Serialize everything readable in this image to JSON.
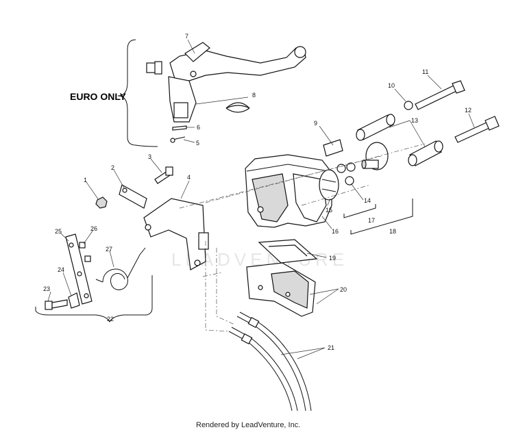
{
  "euro_label": "EURO ONLY",
  "watermark": "LEADVENTURE",
  "footer": "Rendered by LeadVenture, Inc.",
  "callouts": {
    "c1": "1",
    "c2": "2",
    "c3": "3",
    "c4": "4",
    "c5": "5",
    "c6": "6",
    "c7": "7",
    "c8": "8",
    "c9": "9",
    "c10": "10",
    "c11": "11",
    "c12": "12",
    "c13": "13",
    "c14": "14",
    "c15": "15",
    "c16": "16",
    "c17": "17",
    "c18": "18",
    "c19": "19",
    "c20": "20",
    "c21": "21",
    "c22": "22",
    "c23": "23",
    "c24": "24",
    "c25": "25",
    "c26": "26",
    "c27": "27"
  }
}
